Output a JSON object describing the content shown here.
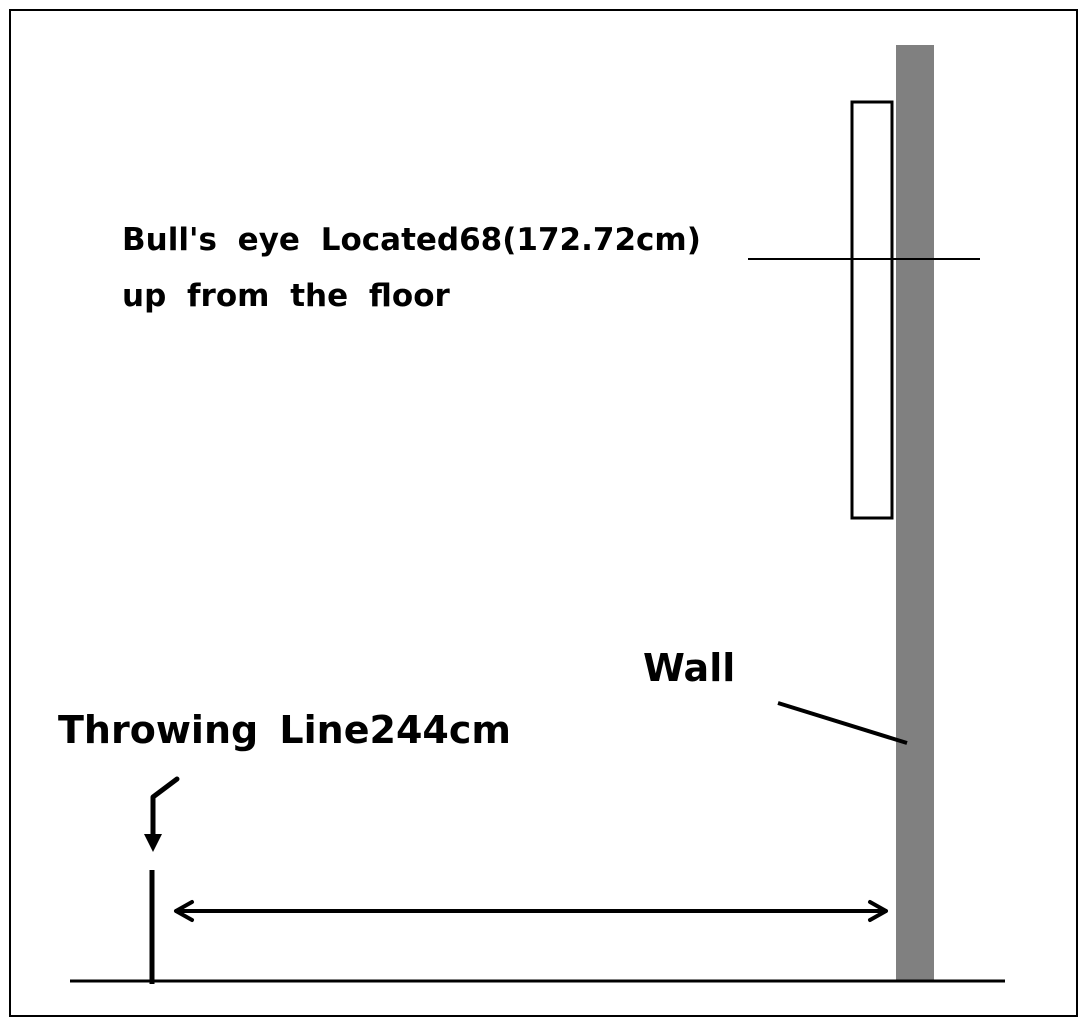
{
  "diagram": {
    "bullseye_label_line1": "Bull's eye Located68(172.72cm)",
    "bullseye_label_line2": "up from the floor",
    "wall_label": "Wall",
    "throwing_line_label": "Throwing Line244cm",
    "colors": {
      "wall": "#808080",
      "lines": "#000000",
      "background": "#ffffff"
    }
  }
}
